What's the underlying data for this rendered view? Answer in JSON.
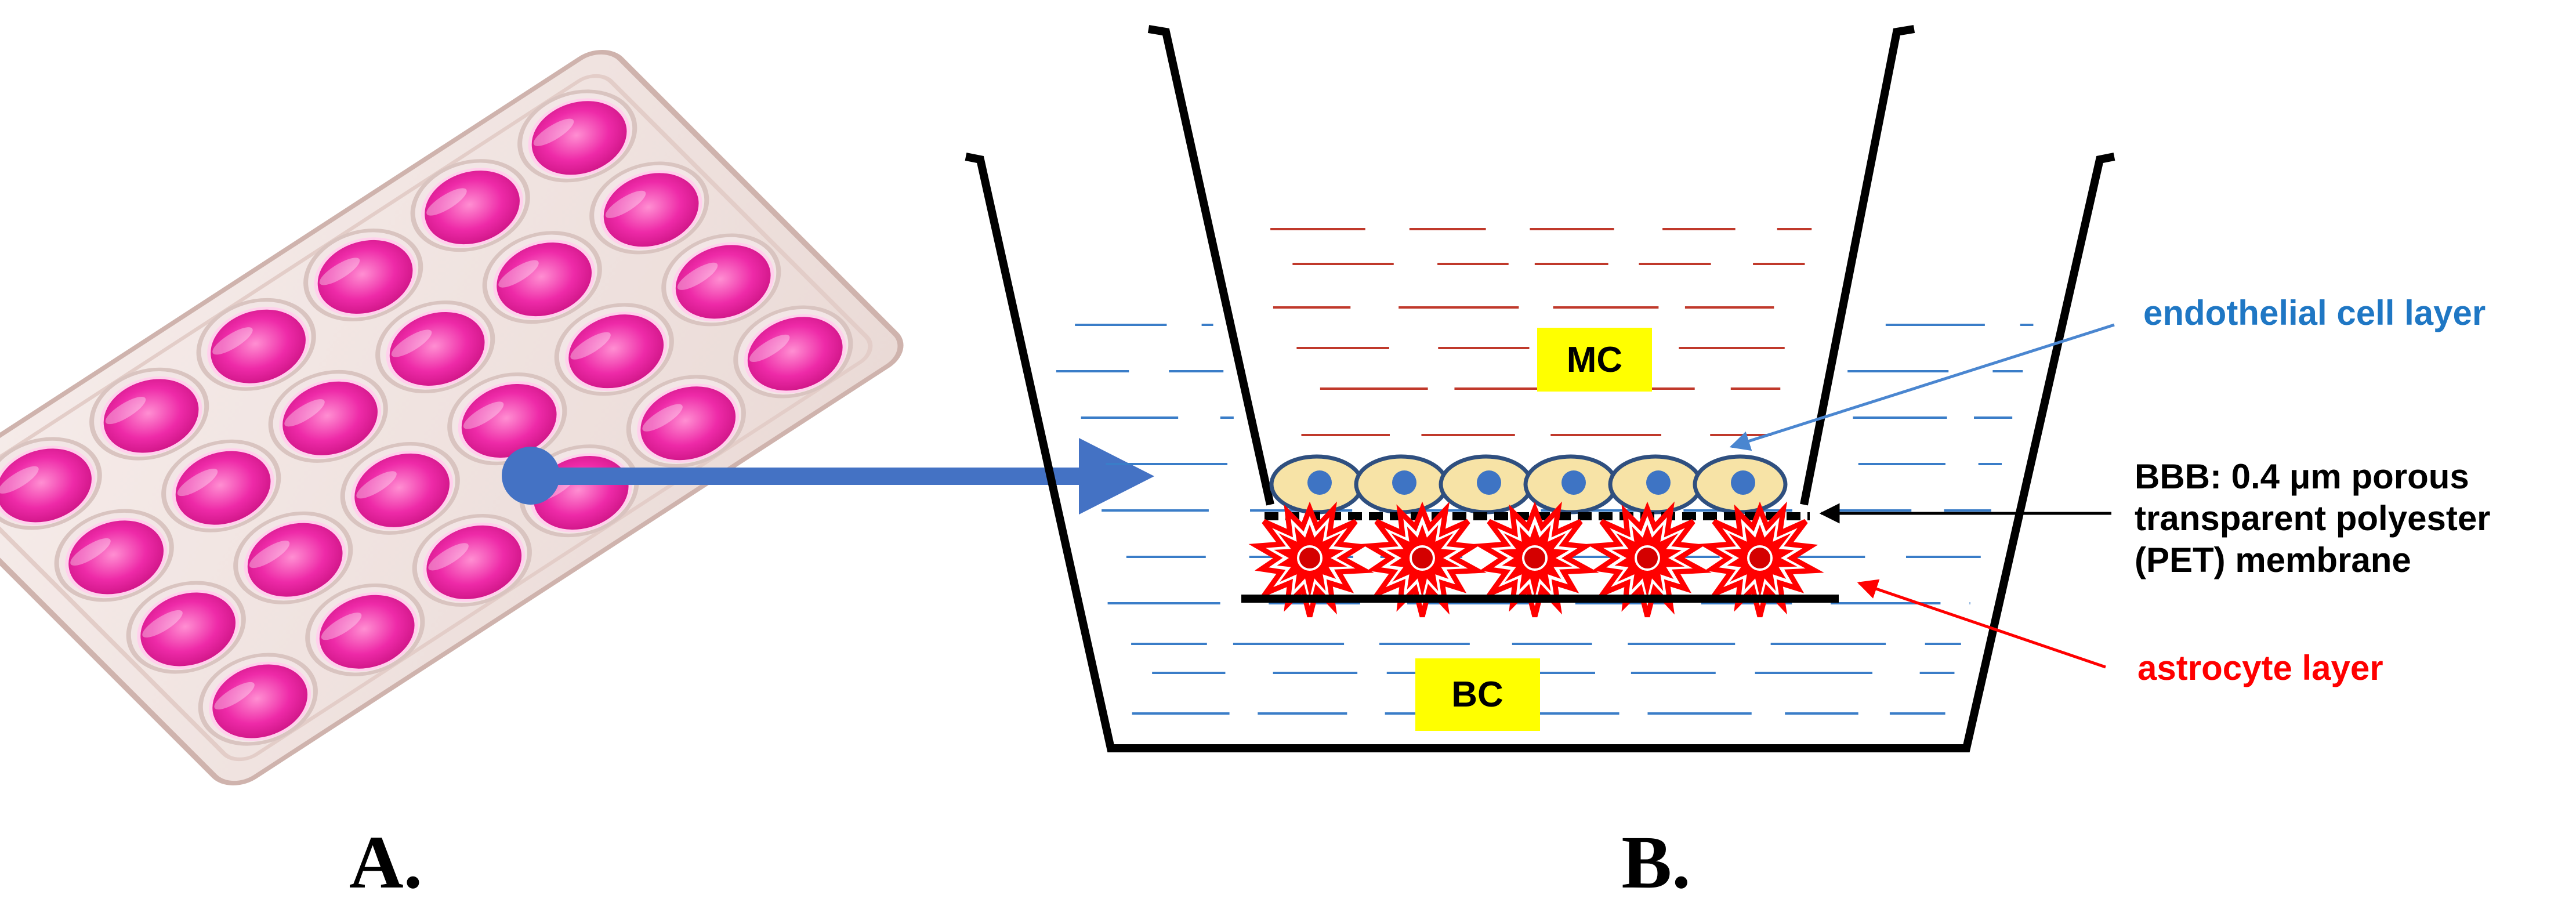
{
  "colors": {
    "medium_pink": "#e8189c",
    "plate_edge": "#d8b8b0",
    "endothelial_label": "#1f77c4",
    "membrane_label": "#000000",
    "astrocyte_label": "#ff0000",
    "mc_dash": "#c0392b",
    "bc_dash": "#3a7dc8",
    "arrow": "#4472c4",
    "label_box": "#ffff00",
    "astrocyte_fill": "#ff0000",
    "endothelial_fill": "#f7e3a6",
    "endothelial_nucleus": "#3e74c4"
  },
  "panel_a": {
    "label": "A.",
    "plate_icon": "24-well-plate-image"
  },
  "panel_b": {
    "label": "B.",
    "mc_label": "MC",
    "bc_label": "BC",
    "callouts": {
      "endothelial": "endothelial cell layer",
      "membrane_line1": "BBB: 0.4 μm porous",
      "membrane_line2": "transparent polyester",
      "membrane_line3": "(PET) membrane",
      "astrocyte": "astrocyte layer"
    }
  }
}
